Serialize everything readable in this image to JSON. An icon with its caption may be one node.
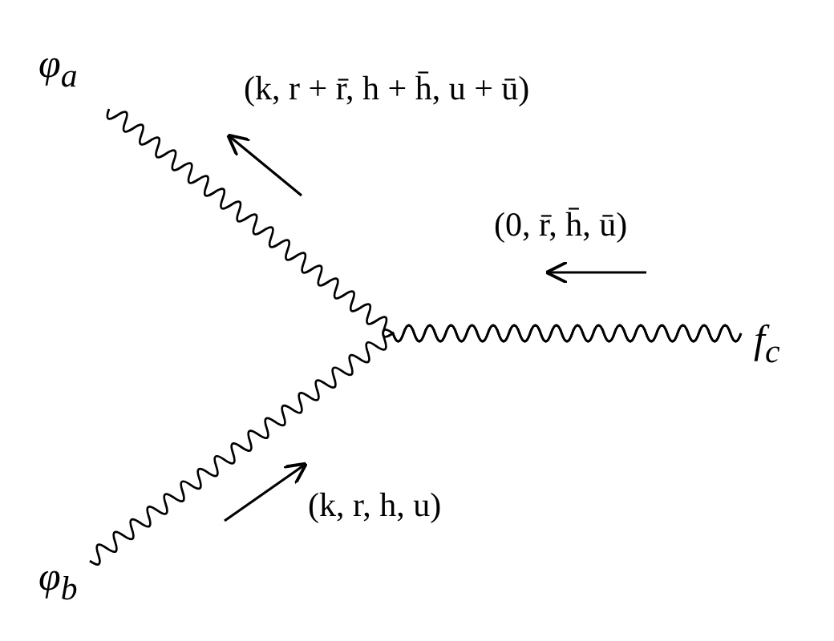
{
  "diagram": {
    "nodes": [
      {
        "text": [
          "φ$_{a}$"
        ]
      },
      {
        "text": [
          "φ$_{b}$"
        ]
      },
      {
        "text": [
          "f$_{c}$"
        ]
      }
    ],
    "edges": [
      {
        "from": 0,
        "to": 2,
        "arrow": "none"
      },
      {
        "from": 1,
        "to": 2,
        "arrow": "none"
      }
    ],
    "labels": [
      "(k, r + r̄, h + h̄, u + ū)",
      "(0, r̄, h̄, ū)",
      "(k, r, h, u)"
    ]
  }
}
